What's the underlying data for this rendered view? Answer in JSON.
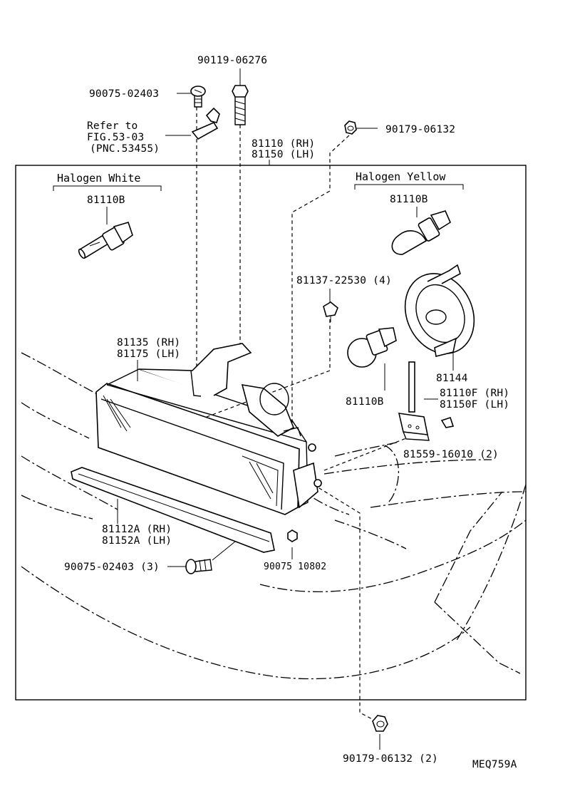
{
  "labels": {
    "bolt_top": "90119-06276",
    "screw_top_left": "90075-02403",
    "refer_line1": "Refer to",
    "refer_line2": "FIG.53-03",
    "refer_line3": "(PNC.53455)",
    "nut_top_right": "90179-06132",
    "assy_rh": "81110 (RH)",
    "assy_lh": "81150 (LH)",
    "header_white": "Halogen White",
    "header_yellow": "Halogen Yellow",
    "bulb_white": "81110B",
    "bulb_yellow": "81110B",
    "clip": "81137-22530 (4)",
    "lens_rh": "81135 (RH)",
    "lens_lh": "81175 (LH)",
    "socket": "81144",
    "bulb_lower": "81110B",
    "cord_rh": "81110F (RH)",
    "cord_lh": "81150F (LH)",
    "bulb_socket_qty": "81559-16010 (2)",
    "molding_rh": "81112A (RH)",
    "molding_lh": "81152A (LH)",
    "screw_bottom": "90075-02403 (3)",
    "screw_small": "90075 10802",
    "nut_bottom": "90179-06132 (2)",
    "drawing_code": "MEQ759A"
  }
}
